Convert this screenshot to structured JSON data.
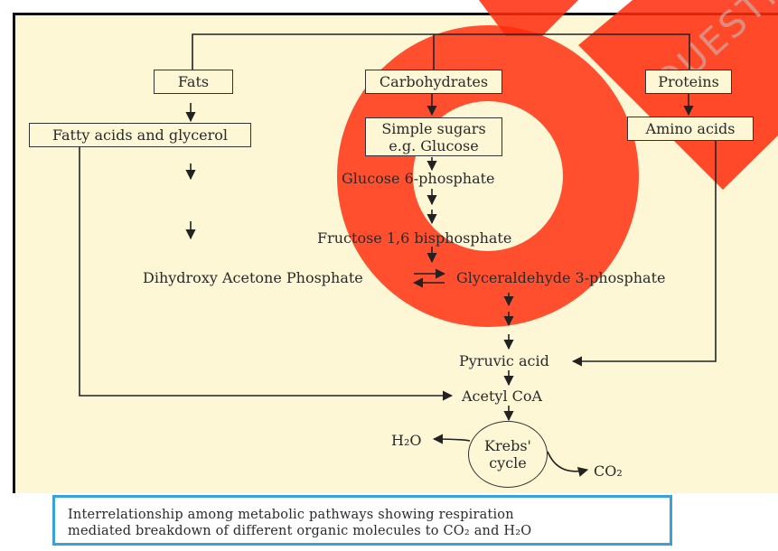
{
  "diagram": {
    "fats": "Fats",
    "carbohydrates": "Carbohydrates",
    "proteins": "Proteins",
    "fatty_acids": "Fatty acids and glycerol",
    "simple_sugars_line1": "Simple sugars",
    "simple_sugars_line2": "e.g. Glucose",
    "amino_acids": "Amino acids",
    "glucose6p": "Glucose 6-phosphate",
    "fructose": "Fructose 1,6 bisphosphate",
    "dhap": "Dihydroxy Acetone Phosphate",
    "g3p": "Glyceraldehyde 3-phosphate",
    "pyruvic": "Pyruvic acid",
    "acetyl": "Acetyl CoA",
    "krebs_line1": "Krebs'",
    "krebs_line2": "cycle",
    "h2o": "H₂O",
    "co2": "CO₂"
  },
  "caption": {
    "line1": "Interrelationship among metabolic pathways showing respiration",
    "line2": "mediated breakdown of different organic molecules to CO₂ and H₂O"
  },
  "watermark": {
    "text": "QUESTIONS",
    "colors": {
      "logo": "#ff2a0a",
      "ring": "#e8341c"
    }
  }
}
